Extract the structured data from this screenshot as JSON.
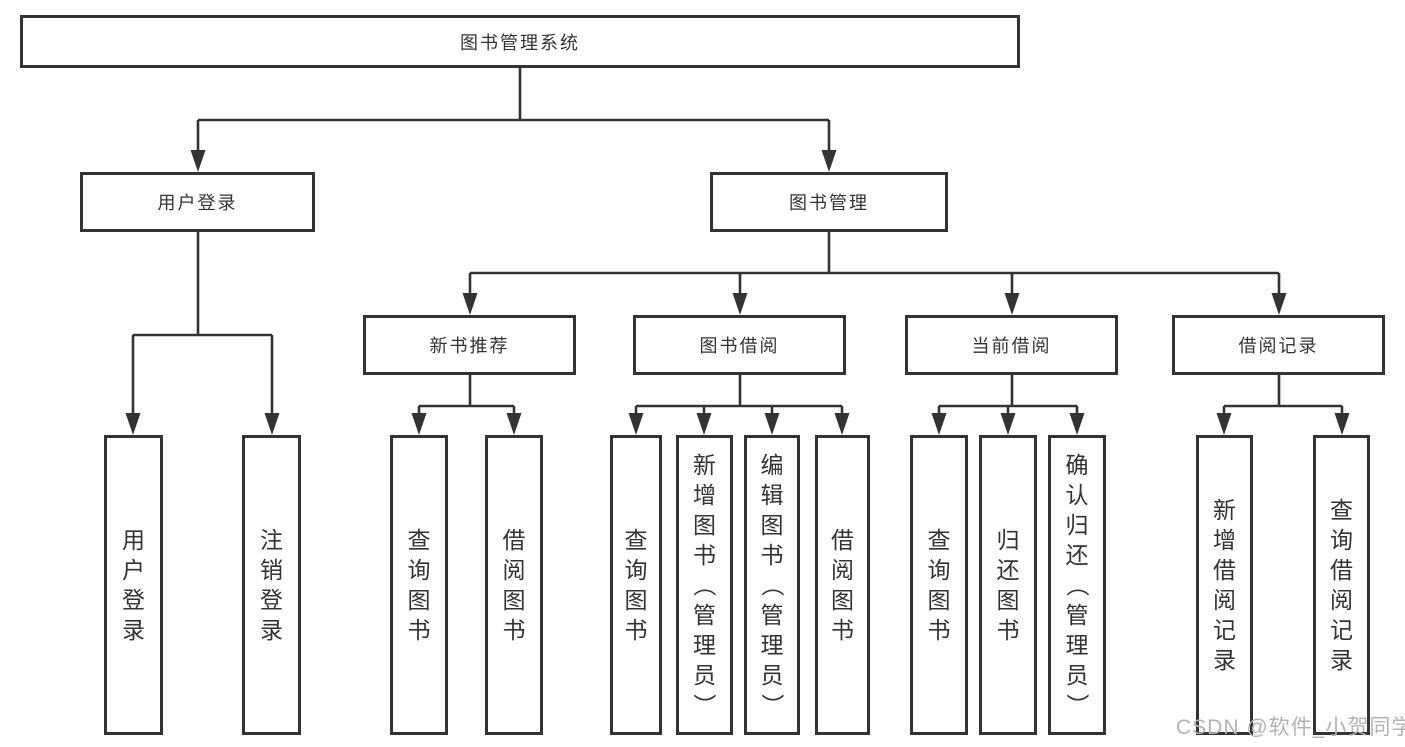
{
  "diagram": {
    "type": "hierarchy-tree",
    "colors": {
      "line": "#333333",
      "text": "#333333",
      "background": "#ffffff",
      "watermark": "#b3b3b3"
    },
    "watermark": "CSDN @软件_小贺同学",
    "nodes": {
      "root": {
        "label": "图书管理系统"
      },
      "user_login": {
        "label": "用户登录"
      },
      "book_mgmt": {
        "label": "图书管理"
      },
      "new_book_rec": {
        "label": "新书推荐"
      },
      "book_borrow": {
        "label": "图书借阅"
      },
      "current_borrow": {
        "label": "当前借阅"
      },
      "borrow_records": {
        "label": "借阅记录"
      },
      "leaf_user_login": {
        "label": "用户登录"
      },
      "leaf_logout": {
        "label": "注销登录"
      },
      "rec_query_books": {
        "label": "查询图书"
      },
      "rec_borrow_books": {
        "label": "借阅图书"
      },
      "bb_query_books": {
        "label": "查询图书"
      },
      "bb_add_books": {
        "label": "新增图书（管理员）"
      },
      "bb_edit_books": {
        "label": "编辑图书（管理员）"
      },
      "bb_borrow_books": {
        "label": "借阅图书"
      },
      "cb_query_books": {
        "label": "查询图书"
      },
      "cb_return_books": {
        "label": "归还图书"
      },
      "cb_confirm_return": {
        "label": "确认归还（管理员）"
      },
      "br_add_record": {
        "label": "新增借阅记录"
      },
      "br_query_record": {
        "label": "查询借阅记录"
      }
    },
    "hierarchy": [
      {
        "parent": "图书管理系统",
        "children": [
          "用户登录",
          "图书管理"
        ]
      },
      {
        "parent": "用户登录",
        "children": [
          "用户登录",
          "注销登录"
        ]
      },
      {
        "parent": "图书管理",
        "children": [
          "新书推荐",
          "图书借阅",
          "当前借阅",
          "借阅记录"
        ]
      },
      {
        "parent": "新书推荐",
        "children": [
          "查询图书",
          "借阅图书"
        ]
      },
      {
        "parent": "图书借阅",
        "children": [
          "查询图书",
          "新增图书（管理员）",
          "编辑图书（管理员）",
          "借阅图书"
        ]
      },
      {
        "parent": "当前借阅",
        "children": [
          "查询图书",
          "归还图书",
          "确认归还（管理员）"
        ]
      },
      {
        "parent": "借阅记录",
        "children": [
          "新增借阅记录",
          "查询借阅记录"
        ]
      }
    ]
  }
}
